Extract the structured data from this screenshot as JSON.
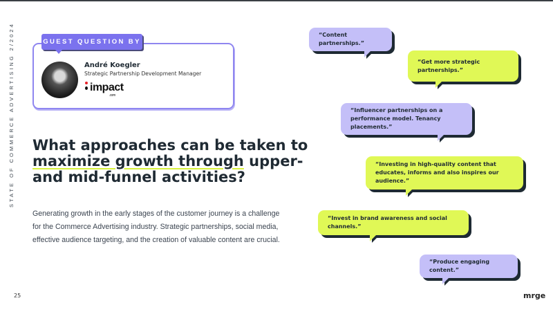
{
  "side_label": "STATE OF COMMERCE ADVERTISING 2/2024",
  "guest": {
    "badge": "GUEST QUESTION BY",
    "name": "André Koegler",
    "role": "Strategic Partnership Development Manager",
    "company_logo": "impact.com"
  },
  "headline": {
    "pre": "What approaches can be taken to ",
    "highlight": "maximize growth through",
    "post": " upper- and mid-funnel activities?"
  },
  "intro": "Generating growth in the early stages of the customer journey is a challenge for the Commerce Advertising industry. Strategic partnerships, social media, effective audience targeting, and the creation of valuable content are crucial.",
  "answers": [
    {
      "text": "“Content partnerships.”",
      "color": "#c4bff8"
    },
    {
      "text": "“Get more strategic partnerships.”",
      "color": "#e0f856"
    },
    {
      "text": "“Influencer partnerships on a performance model. Tenancy placements.”",
      "color": "#c4bff8"
    },
    {
      "text": "“Investing in high-quality content that educates, informs and also inspires our audience.”",
      "color": "#e0f856"
    },
    {
      "text": "“Invest in brand awareness and social channels.”",
      "color": "#e0f856"
    },
    {
      "text": "“Produce engaging content.”",
      "color": "#c4bff8"
    }
  ],
  "footer": {
    "page": "25",
    "brand": "mrge"
  }
}
